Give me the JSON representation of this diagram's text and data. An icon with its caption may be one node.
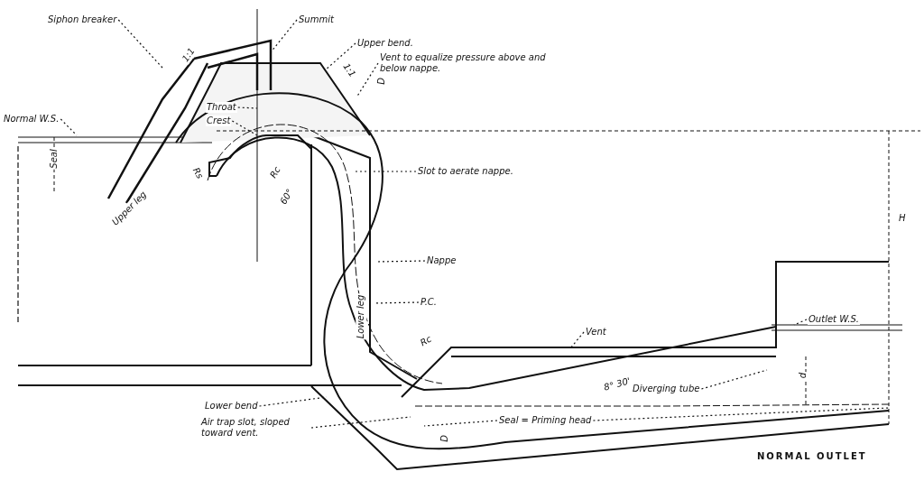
{
  "diagram": {
    "nodes": [
      {
        "text": [
          "Siphon breaker"
        ]
      },
      {
        "text": [
          "Summit"
        ]
      },
      {
        "text": [
          "Upper bend."
        ]
      },
      {
        "text": [
          "Vent to equalize pressure above and below nappe."
        ]
      },
      {
        "text": [
          "Normal W.S."
        ]
      },
      {
        "text": [
          "Throat"
        ]
      },
      {
        "text": [
          "Crest"
        ]
      },
      {
        "text": [
          "Slot to aerate nappe."
        ]
      },
      {
        "text": [
          "Nappe"
        ]
      },
      {
        "text": [
          "P.C."
        ]
      },
      {
        "text": [
          "Vent"
        ]
      },
      {
        "text": [
          "Outlet W.S."
        ]
      },
      {
        "text": [
          "Diverging tube"
        ]
      },
      {
        "text": [
          "Lower bend"
        ]
      },
      {
        "text": [
          "Air trap slot, sloped toward vent."
        ]
      },
      {
        "text": [
          "Seal = Priming head"
        ]
      }
    ],
    "edges": [
      {
        "from": 0,
        "to": null,
        "arrow": "none"
      },
      {
        "from": 1,
        "to": null,
        "arrow": "none"
      },
      {
        "from": 2,
        "to": null,
        "arrow": "none"
      },
      {
        "from": 3,
        "to": null,
        "arrow": "none"
      },
      {
        "from": 4,
        "to": null,
        "arrow": "none"
      },
      {
        "from": 5,
        "to": null,
        "arrow": "none"
      },
      {
        "from": 6,
        "to": null,
        "arrow": "none"
      },
      {
        "from": 7,
        "to": null,
        "arrow": "none"
      },
      {
        "from": 8,
        "to": null,
        "arrow": "none"
      },
      {
        "from": 9,
        "to": null,
        "arrow": "none"
      },
      {
        "from": 10,
        "to": null,
        "arrow": "none"
      },
      {
        "from": 11,
        "to": null,
        "arrow": "none"
      },
      {
        "from": 12,
        "to": null,
        "arrow": "none"
      },
      {
        "from": 13,
        "to": null,
        "arrow": "none"
      },
      {
        "from": 14,
        "to": null,
        "arrow": "none"
      },
      {
        "from": 15,
        "to": null,
        "arrow": "none"
      },
      {
        "from": 15,
        "to": null,
        "arrow": "none"
      }
    ],
    "labels": [
      "1:1",
      "1:1",
      "Seal",
      "Upper leg",
      "Rs",
      "Rc",
      "60°",
      "D",
      "Lower leg",
      "Rc",
      "8° 30'",
      "d",
      "D",
      "H",
      "NORMAL OUTLET"
    ]
  }
}
